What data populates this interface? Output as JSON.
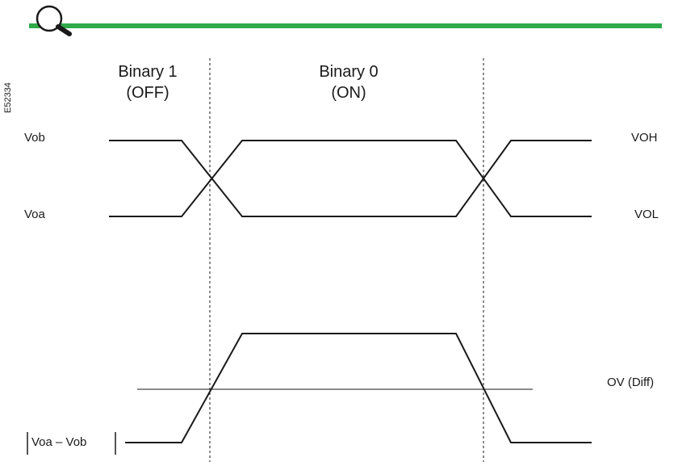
{
  "figure_id": "E52334",
  "header": {
    "state1_title": "Binary 1",
    "state1_sub": "(OFF)",
    "state0_title": "Binary 0",
    "state0_sub": "(ON)"
  },
  "labels": {
    "vob": "Vob",
    "voa": "Voa",
    "voh": "VOH",
    "vol": "VOL",
    "threshold": "OV (Diff)",
    "diff": "Voa – Vob"
  },
  "colors": {
    "accent": "#2eaa4a",
    "line": "#1a1a1a"
  },
  "icons": [
    "magnifier-icon"
  ]
}
